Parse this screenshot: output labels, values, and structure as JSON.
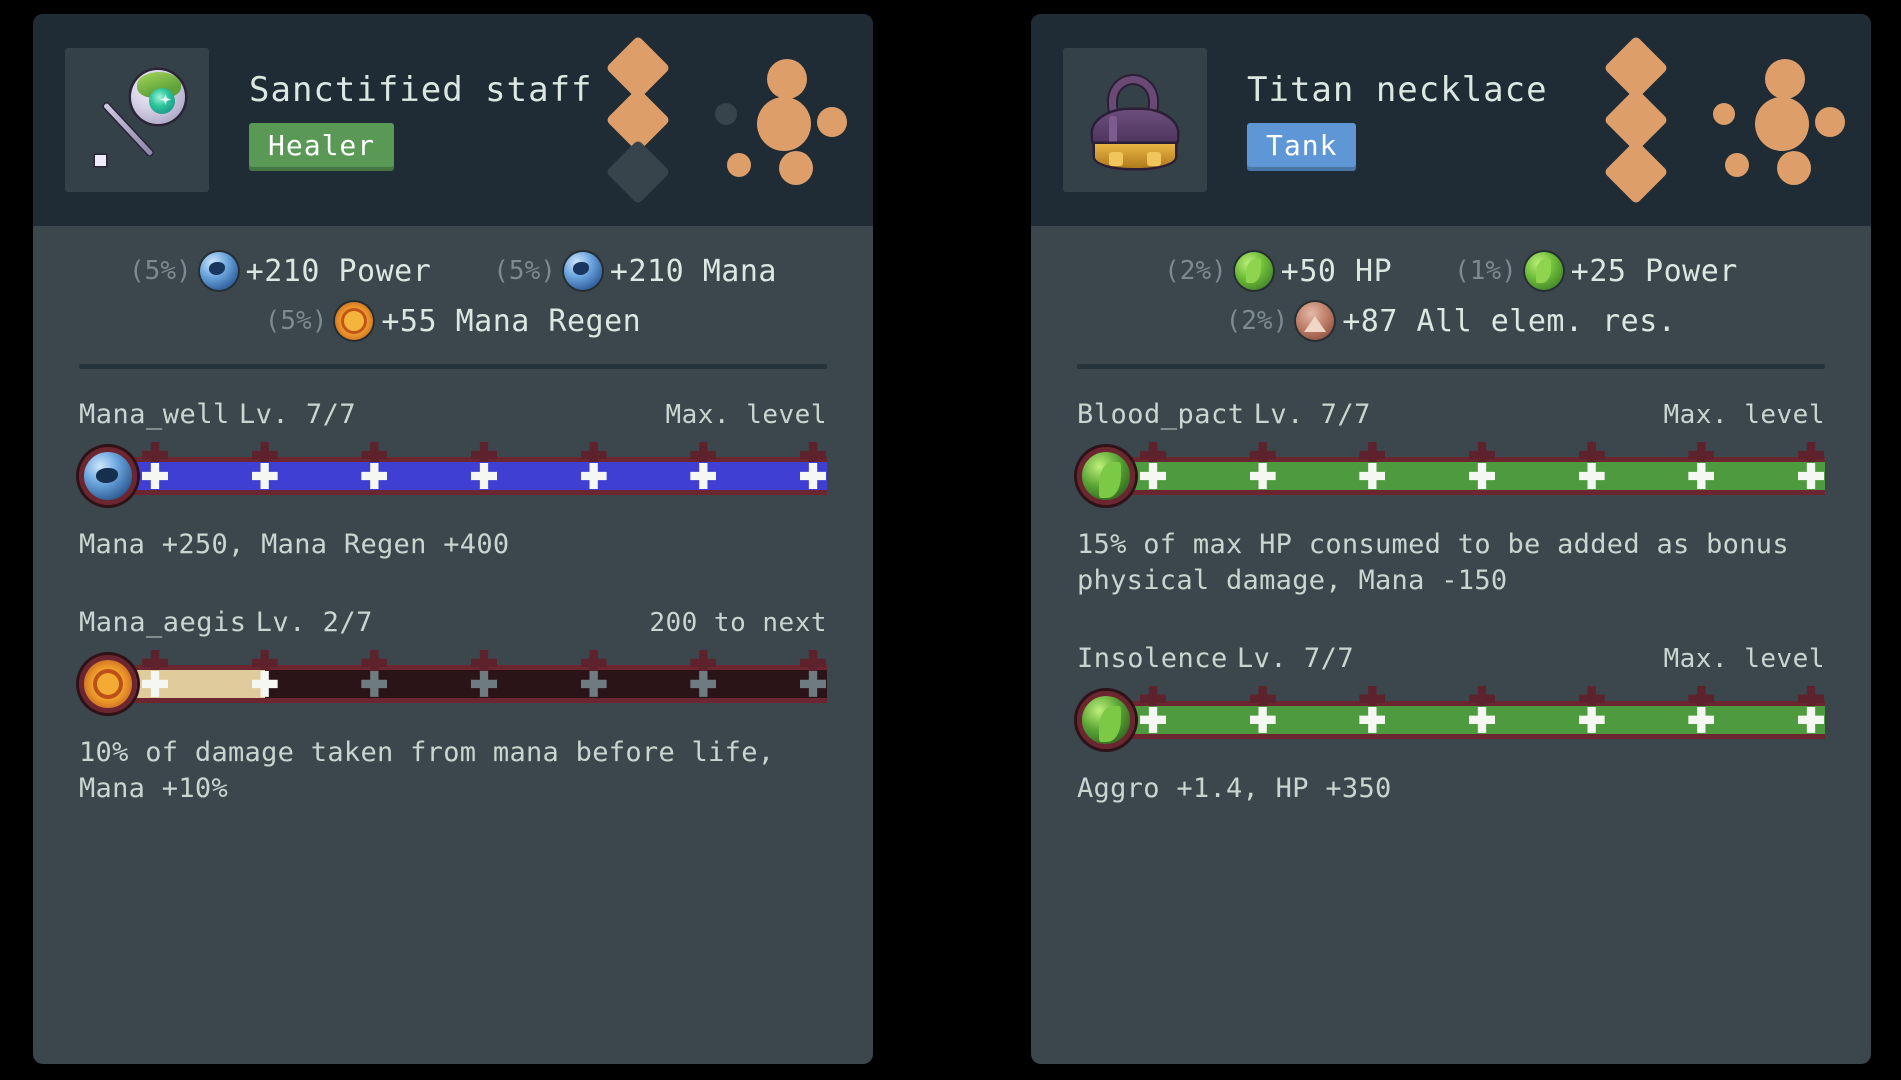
{
  "cards": [
    {
      "id": "sanctified-staff",
      "title": "Sanctified staff",
      "role_label": "Healer",
      "role_color": "#5a9955",
      "icon_name": "staff-icon",
      "rarity": {
        "diamonds_filled": 2,
        "diamonds_total": 3
      },
      "stats": [
        {
          "percent": "(5%)",
          "value": "+210 Power",
          "orb": "mana-orb-icon"
        },
        {
          "percent": "(5%)",
          "value": "+210 Mana",
          "orb": "mana-orb-icon"
        },
        {
          "percent": "(5%)",
          "value": "+55 Mana Regen",
          "orb": "regen-orb-icon"
        }
      ],
      "skills": [
        {
          "name": "Mana_well",
          "level_label": "Lv. 7/7",
          "status": "Max. level",
          "nodes_total": 7,
          "nodes_filled": 7,
          "fill_color": "#3f3fd4",
          "orb": "mana-orb-icon",
          "description": "Mana +250, Mana Regen +400"
        },
        {
          "name": "Mana_aegis",
          "level_label": "Lv. 2/7",
          "status": "200 to next",
          "nodes_total": 7,
          "nodes_filled": 2,
          "fill_color": "#e0cb9d",
          "orb": "regen-orb-icon",
          "description": "10% of damage taken from mana before life, Mana +10%"
        }
      ]
    },
    {
      "id": "titan-necklace",
      "title": "Titan necklace",
      "role_label": "Tank",
      "role_color": "#5f96d6",
      "icon_name": "necklace-icon",
      "rarity": {
        "diamonds_filled": 3,
        "diamonds_total": 3
      },
      "stats": [
        {
          "percent": "(2%)",
          "value": "+50 HP",
          "orb": "hp-orb-icon"
        },
        {
          "percent": "(1%)",
          "value": "+25 Power",
          "orb": "hp-orb-icon"
        },
        {
          "percent": "(2%)",
          "value": "+87 All elem. res.",
          "orb": "res-orb-icon"
        }
      ],
      "skills": [
        {
          "name": "Blood_pact",
          "level_label": "Lv. 7/7",
          "status": "Max. level",
          "nodes_total": 7,
          "nodes_filled": 7,
          "fill_color": "#4e9b3f",
          "orb": "hp-orb-icon",
          "description": "15% of max HP consumed to be added as bonus physical damage, Mana -150"
        },
        {
          "name": "Insolence",
          "level_label": "Lv. 7/7",
          "status": "Max. level",
          "nodes_total": 7,
          "nodes_filled": 7,
          "fill_color": "#4e9b3f",
          "orb": "hp-orb-icon",
          "description": "Aggro +1.4, HP +350"
        }
      ]
    }
  ],
  "palette": {
    "background": "#000000",
    "card_body": "#3b474d",
    "card_header": "#1f2c35",
    "accent_orange": "#dd9e6a",
    "text_primary": "#dbe7e0",
    "text_muted": "#7d8a8e",
    "track_border": "#6b2630"
  }
}
